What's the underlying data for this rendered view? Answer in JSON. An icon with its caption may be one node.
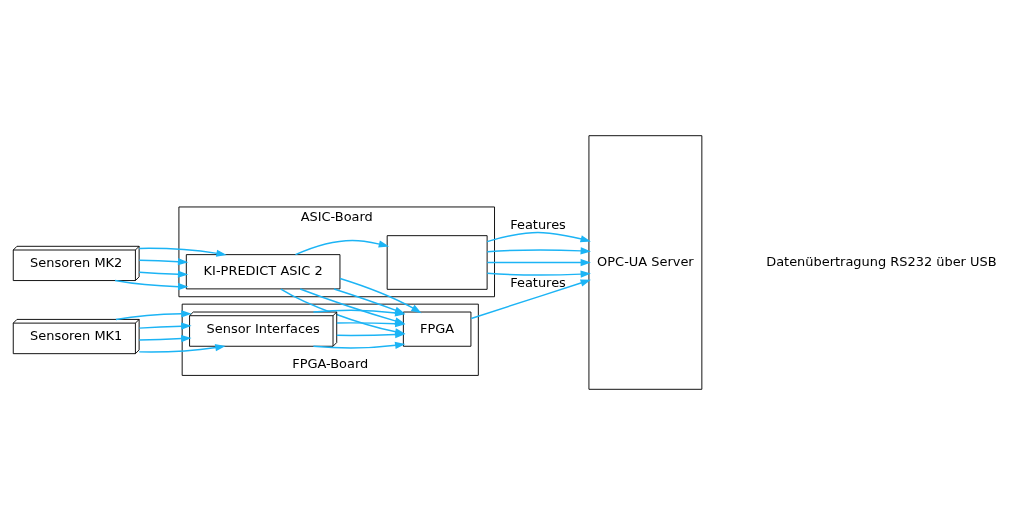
{
  "diagram": {
    "nodes": [
      {
        "text": [
          "FPGA-Board"
        ]
      },
      {
        "text": [
          "Sensoren MK1"
        ]
      },
      {
        "text": [
          "Sensor Interfaces"
        ],
        "in": 0
      },
      {
        "text": [
          "FPGA"
        ],
        "in": 0
      },
      {
        "text": [
          "OPC-UA Server"
        ]
      },
      {
        "text": [
          "ASIC-Board"
        ]
      },
      {
        "text": [
          "Sensoren MK2"
        ]
      },
      {
        "text": [
          "KI-PREDICT ASIC 2"
        ],
        "in": 5
      },
      {
        "text": [],
        "shape": "box",
        "in": 5
      }
    ],
    "edges": [
      {
        "from": 1,
        "to": 2,
        "arrow": "to"
      },
      {
        "from": 1,
        "to": 2,
        "arrow": "to"
      },
      {
        "from": 1,
        "to": 2,
        "arrow": "to"
      },
      {
        "from": 1,
        "to": 2,
        "arrow": "to"
      },
      {
        "from": 2,
        "to": 3,
        "arrow": "to"
      },
      {
        "from": 2,
        "to": 3,
        "arrow": "to"
      },
      {
        "from": 2,
        "to": 3,
        "arrow": "to"
      },
      {
        "from": 2,
        "to": 3,
        "arrow": "to"
      },
      {
        "from": 3,
        "to": 4,
        "arrow": "to",
        "label": "Features"
      },
      {
        "from": 7,
        "to": 3,
        "arrow": "to"
      },
      {
        "from": 7,
        "to": 3,
        "arrow": "to"
      },
      {
        "from": 7,
        "to": 3,
        "arrow": "to"
      },
      {
        "from": 7,
        "to": 3,
        "arrow": "to"
      },
      {
        "from": 6,
        "to": 7,
        "arrow": "to"
      },
      {
        "from": 6,
        "to": 7,
        "arrow": "to"
      },
      {
        "from": 6,
        "to": 7,
        "arrow": "to"
      },
      {
        "from": 6,
        "to": 7,
        "arrow": "to"
      },
      {
        "from": 7,
        "to": 8,
        "arrow": "to"
      },
      {
        "from": 8,
        "to": 4,
        "arrow": "to",
        "label": "Features"
      },
      {
        "from": 8,
        "to": 4,
        "arrow": "to"
      },
      {
        "from": 8,
        "to": 4,
        "arrow": "to"
      },
      {
        "from": 8,
        "to": 4,
        "arrow": "to"
      }
    ],
    "labels": [
      "Datenübertragung RS232 über USB"
    ]
  }
}
